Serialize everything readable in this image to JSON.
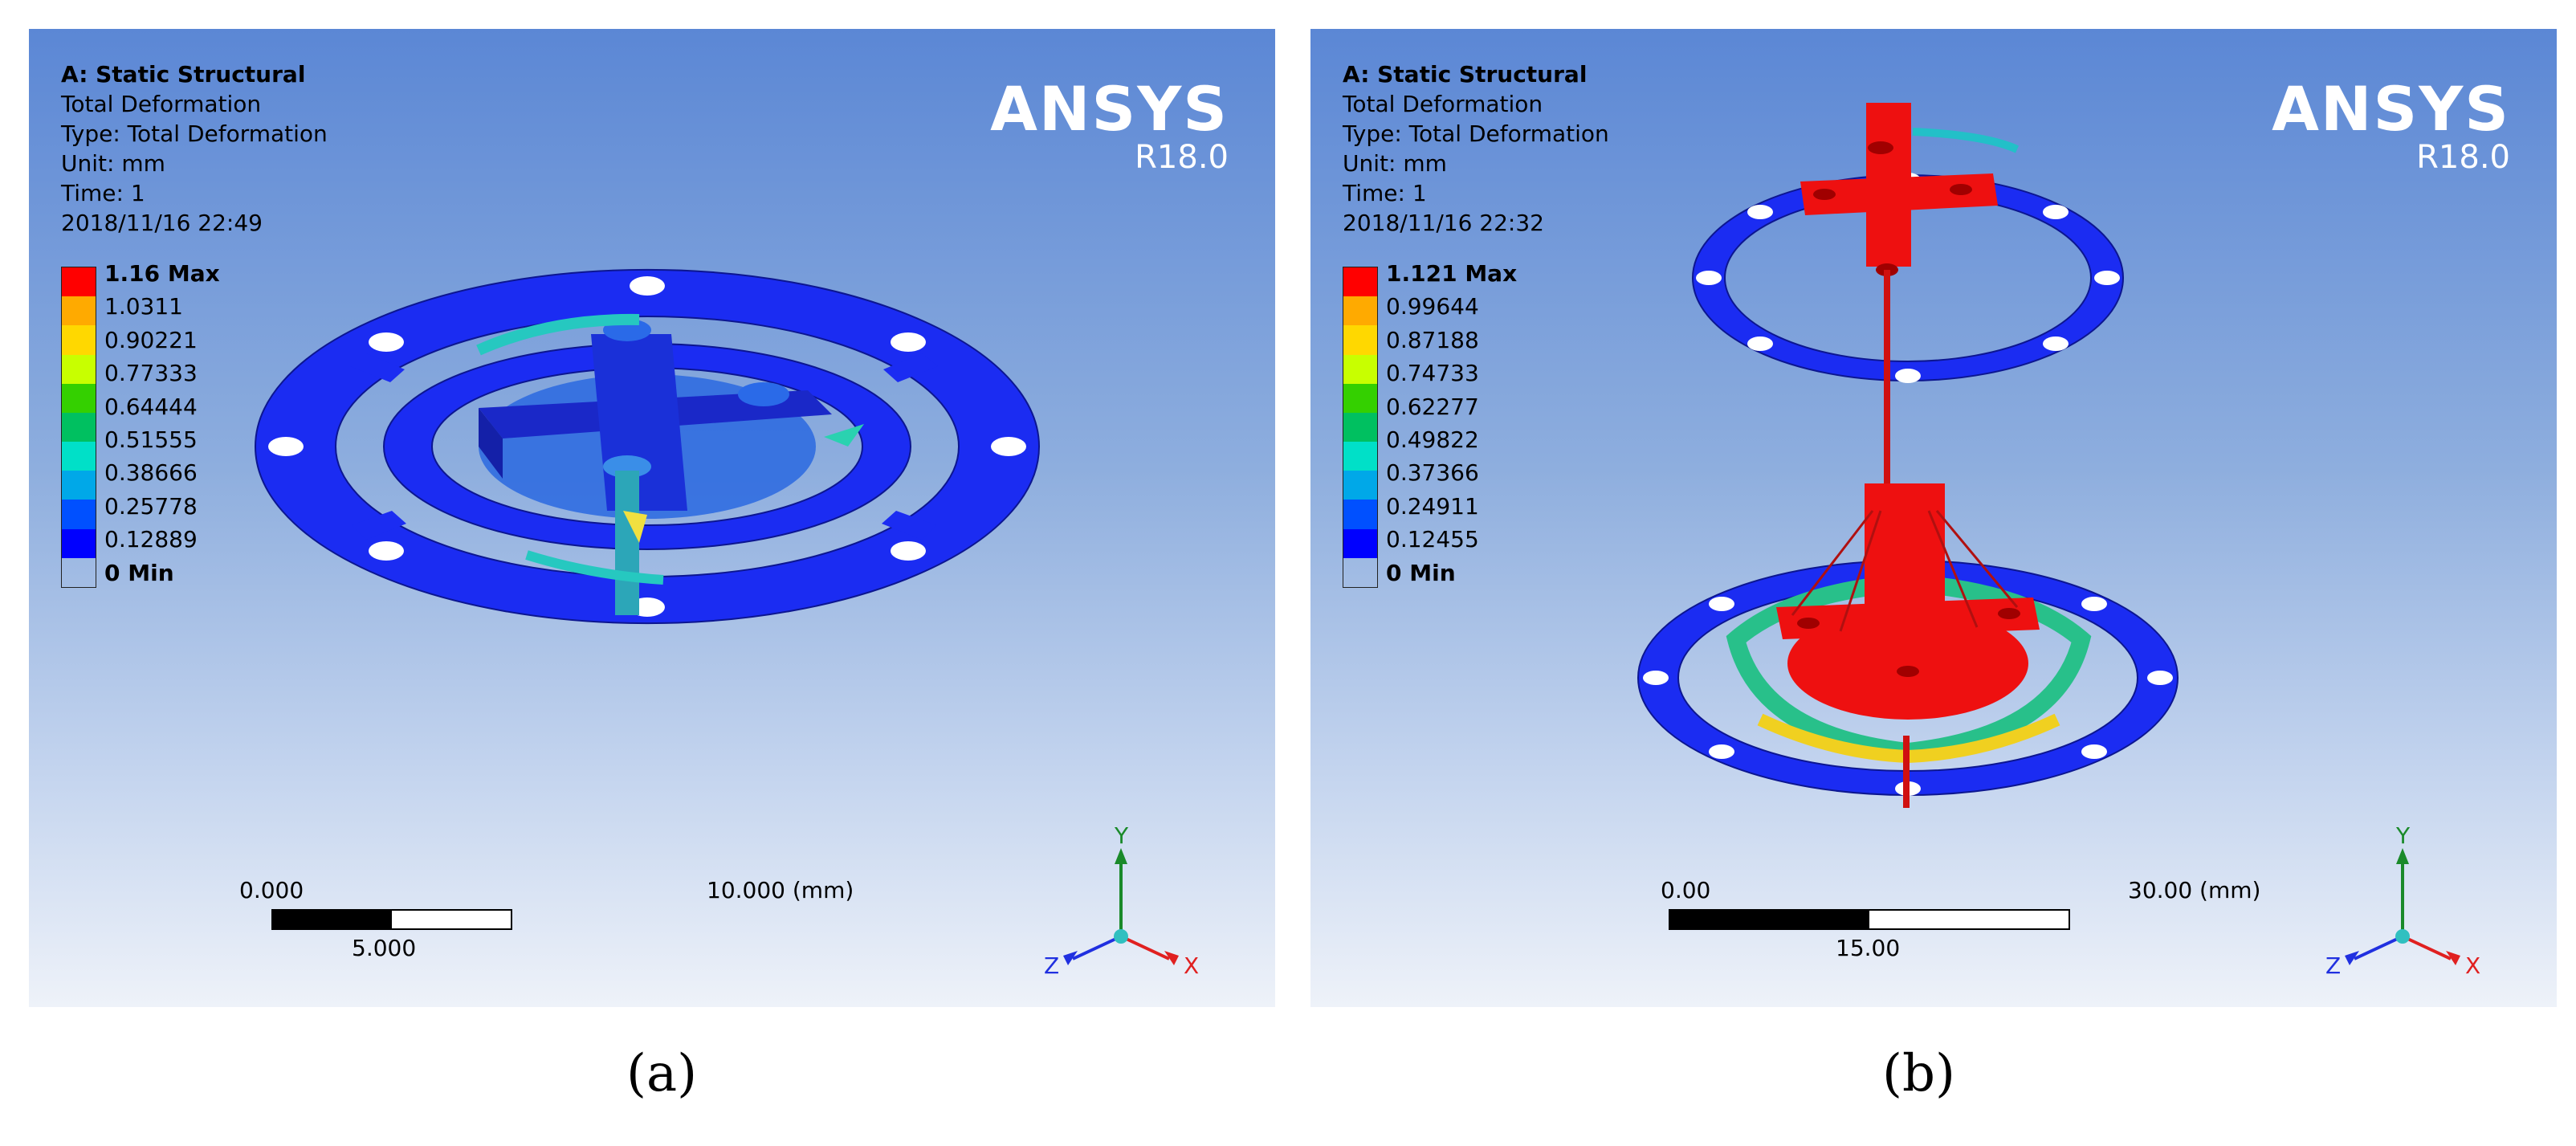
{
  "panels": [
    {
      "info": {
        "title": "A: Static Structural",
        "result": "Total Deformation",
        "type": "Type: Total Deformation",
        "unit": "Unit: mm",
        "time": "Time: 1",
        "timestamp": "2018/11/16 22:49"
      },
      "logo": {
        "brand": "ANSYS",
        "version": "R18.0"
      },
      "legend": [
        "1.16 Max",
        "1.0311",
        "0.90221",
        "0.77333",
        "0.64444",
        "0.51555",
        "0.38666",
        "0.25778",
        "0.12889",
        "0 Min"
      ],
      "scale": {
        "left": "0.000",
        "right": "10.000 (mm)",
        "mid": "5.000"
      },
      "caption": "(a)"
    },
    {
      "info": {
        "title": "A: Static Structural",
        "result": "Total Deformation",
        "type": "Type: Total Deformation",
        "unit": "Unit: mm",
        "time": "Time: 1",
        "timestamp": "2018/11/16 22:32"
      },
      "logo": {
        "brand": "ANSYS",
        "version": "R18.0"
      },
      "legend": [
        "1.121 Max",
        "0.99644",
        "0.87188",
        "0.74733",
        "0.62277",
        "0.49822",
        "0.37366",
        "0.24911",
        "0.12455",
        "0 Min"
      ],
      "scale": {
        "left": "0.00",
        "right": "30.00 (mm)",
        "mid": "15.00"
      },
      "caption": "(b)"
    }
  ],
  "triad": {
    "x": "X",
    "y": "Y",
    "z": "Z"
  },
  "legend_colors": [
    "#ff0000",
    "#ffaa00",
    "#ffd800",
    "#c8ff00",
    "#34d000",
    "#00c060",
    "#00e0c8",
    "#00a8e8",
    "#0050ff",
    "#0000ff"
  ]
}
